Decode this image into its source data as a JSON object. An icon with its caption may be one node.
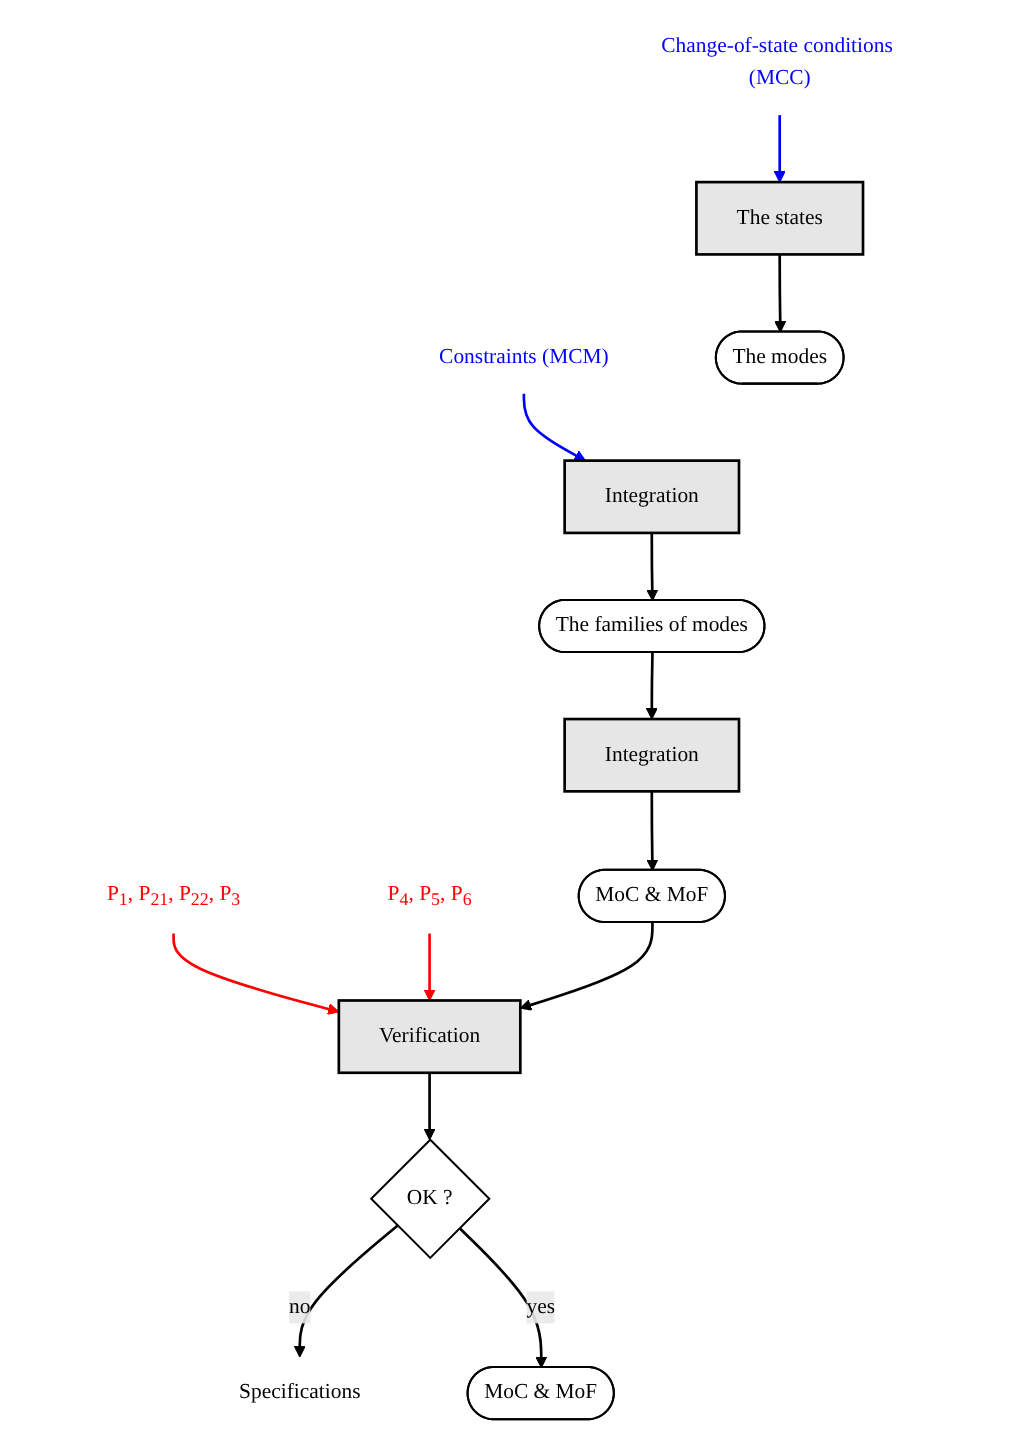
{
  "diagram": {
    "nodes": [
      {
        "text": [
          "Change-of-state conditions (MCC)"
        ]
      },
      {
        "text": [
          "The states"
        ]
      },
      {
        "text": [
          "The modes"
        ]
      },
      {
        "text": [
          "Constraints (MCM)"
        ]
      },
      {
        "text": [
          "Integration"
        ]
      },
      {
        "text": [
          "The families of modes"
        ]
      },
      {
        "text": [
          "Integration"
        ]
      },
      {
        "text": [
          "MoC & MoF"
        ]
      },
      {
        "text": [
          "P$_{1}$, P$_{21}$, P$_{22}$, P$_{3}$"
        ]
      },
      {
        "text": [
          "P$_{4}$, P$_{5}$, P$_{6}$"
        ]
      },
      {
        "text": [
          "Verification"
        ]
      },
      {
        "text": [
          "OK ?"
        ]
      },
      {
        "text": [
          "Specifications"
        ]
      },
      {
        "text": [
          "MoC & MoF"
        ]
      }
    ],
    "edges": [
      {
        "from": 0,
        "to": 1,
        "arrow": "to",
        "color": "#0000ff"
      },
      {
        "from": 1,
        "to": 2,
        "arrow": "to"
      },
      {
        "from": 3,
        "to": 4,
        "arrow": "to",
        "color": "#0000ff"
      },
      {
        "from": 4,
        "to": 5,
        "arrow": "to"
      },
      {
        "from": 5,
        "to": 6,
        "arrow": "to"
      },
      {
        "from": 6,
        "to": 7,
        "arrow": "to"
      },
      {
        "from": 8,
        "to": 10,
        "arrow": "to",
        "color": "#ff0000"
      },
      {
        "from": 9,
        "to": 10,
        "arrow": "to",
        "color": "#ff0000"
      },
      {
        "from": 7,
        "to": 10,
        "arrow": "to"
      },
      {
        "from": 10,
        "to": 11,
        "arrow": "to"
      },
      {
        "from": 11,
        "to": 12,
        "arrow": "to",
        "label": "no"
      },
      {
        "from": 11,
        "to": 13,
        "arrow": "to",
        "label": "yes"
      }
    ]
  }
}
